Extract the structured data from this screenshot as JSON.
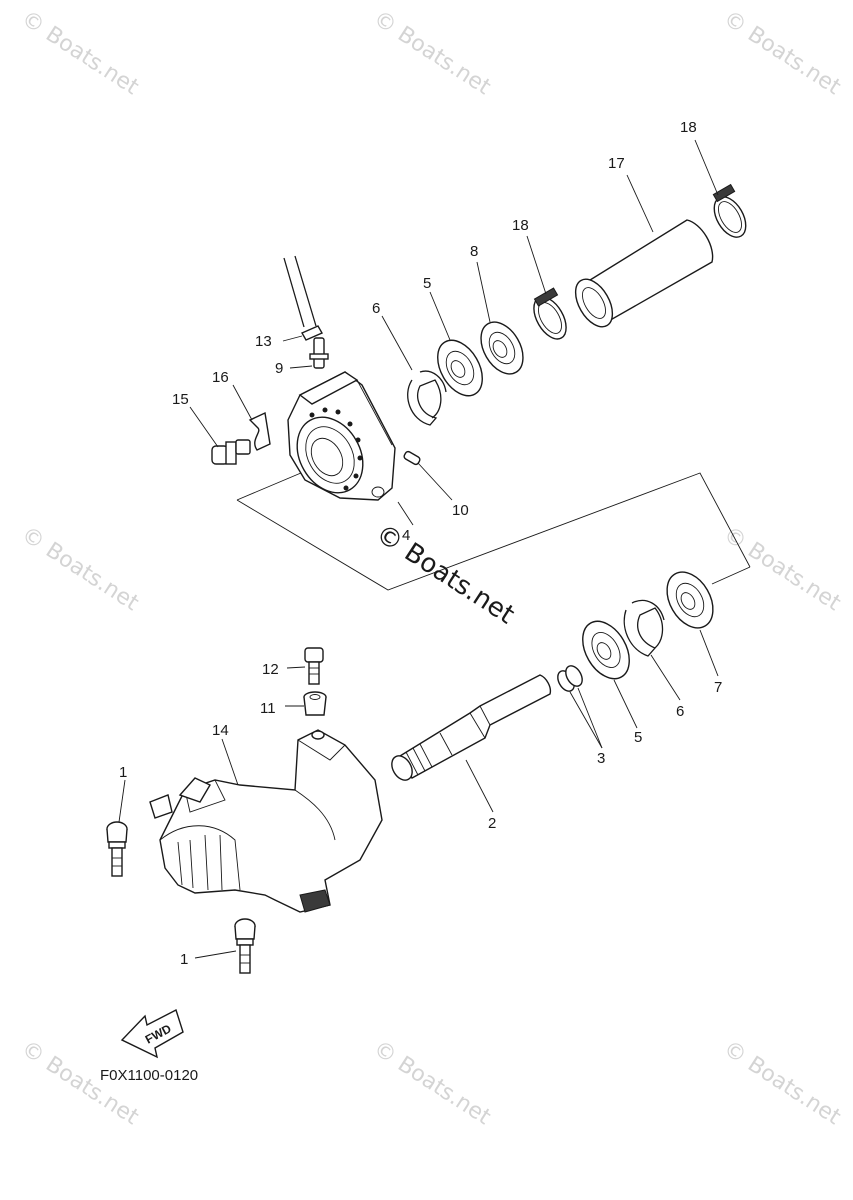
{
  "diagram": {
    "drawing_code": "F0X1100-0120",
    "fwd_label": "FWD",
    "watermark_text": "© Boats.net",
    "center_watermark": "© Boats.net",
    "callouts": {
      "c1a": "1",
      "c1b": "1",
      "c2": "2",
      "c3": "3",
      "c4": "4",
      "c5a": "5",
      "c5b": "5",
      "c6a": "6",
      "c6b": "6",
      "c7": "7",
      "c8": "8",
      "c9": "9",
      "c10": "10",
      "c11": "11",
      "c12": "12",
      "c13": "13",
      "c14": "14",
      "c15": "15",
      "c16": "16",
      "c17": "17",
      "c18a": "18",
      "c18b": "18"
    }
  }
}
